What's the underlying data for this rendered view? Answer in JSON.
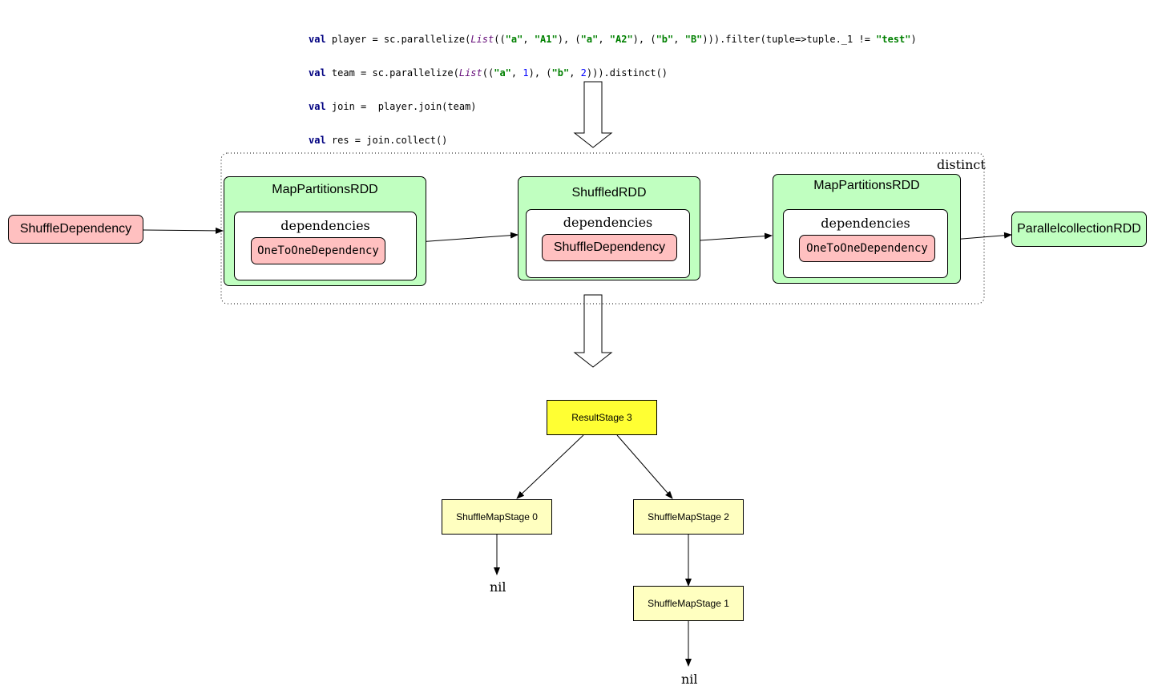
{
  "code": {
    "line1": {
      "kw": "val",
      "a": " player = sc.parallelize(",
      "cls": "List",
      "b": "((",
      "s1": "\"a\"",
      "c": ", ",
      "s2": "\"A1\"",
      "d": "), (",
      "s3": "\"a\"",
      "e": ", ",
      "s4": "\"A2\"",
      "f": "), (",
      "s5": "\"b\"",
      "g": ", ",
      "s6": "\"B\"",
      "h": "))).filter(tuple=>tuple._1 != ",
      "s7": "\"test\"",
      "i": ")"
    },
    "line2": {
      "kw": "val",
      "a": " team = sc.parallelize(",
      "cls": "List",
      "b": "((",
      "s1": "\"a\"",
      "c": ", ",
      "n1": "1",
      "d": "), (",
      "s2": "\"b\"",
      "e": ", ",
      "n2": "2",
      "f": "))).distinct()"
    },
    "line3": {
      "kw": "val",
      "a": " join =  player.join(team)"
    },
    "line4": {
      "kw": "val",
      "a": " res = join.collect()"
    }
  },
  "rdd_graph": {
    "group_label": "distinct",
    "left_dependency": "ShuffleDependency",
    "right_rdd": "ParallelcollectionRDD",
    "rdds": [
      {
        "title": "MapPartitionsRDD",
        "dependencies_label": "dependencies",
        "dependency": "OneToOneDependency"
      },
      {
        "title": "ShuffledRDD",
        "dependencies_label": "dependencies",
        "dependency": "ShuffleDependency"
      },
      {
        "title": "MapPartitionsRDD",
        "dependencies_label": "dependencies",
        "dependency": "OneToOneDependency"
      }
    ]
  },
  "stage_tree": {
    "result_stage": "ResultStage 3",
    "stage0": "ShuffleMapStage 0",
    "stage2": "ShuffleMapStage 2",
    "stage1": "ShuffleMapStage 1",
    "nil_left": "nil",
    "nil_right": "nil"
  },
  "colors": {
    "rdd_fill": "#c0ffc0",
    "dependency_fill": "#ffc0c0",
    "result_stage_fill": "#ffff33",
    "map_stage_fill": "#ffffc0"
  }
}
